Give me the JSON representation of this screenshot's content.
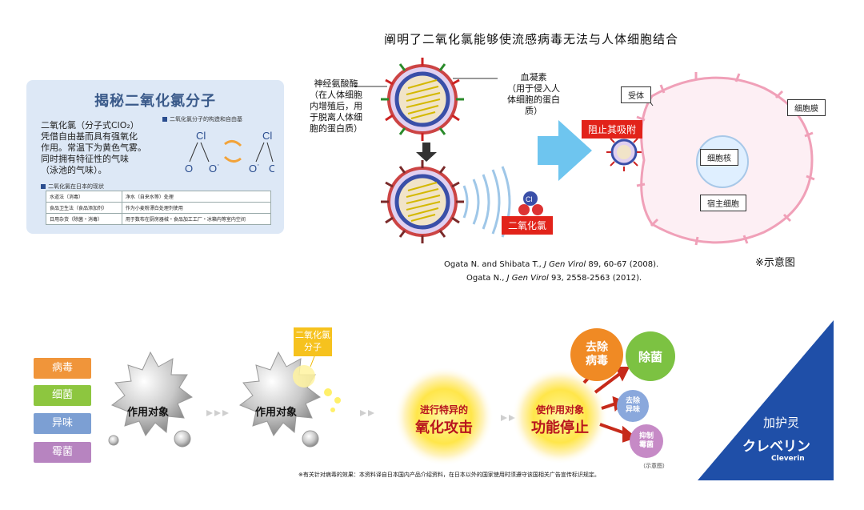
{
  "card": {
    "title": "揭秘二氧化氯分子",
    "desc_lines": [
      "二氧化氯（分子式ClO₂）",
      "凭借自由基而具有强氧化",
      "作用。常温下为黄色气雾。",
      "同时拥有特征性的气味",
      "（泳池的气味）。"
    ],
    "mol_caption": "二氧化氯分子的构造和自由基",
    "mol_labels": {
      "cl": "Cl",
      "o": "O",
      "o_rad": "O˙"
    },
    "jp_caption": "二氧化氯在日本的现状",
    "jp_table": [
      [
        "水道法（消毒）",
        "净水（自来水等）处理"
      ],
      [
        "食品卫生法（食品添加剂）",
        "作为小麦粉漂白处理剂使用"
      ],
      [
        "日用杂货（除菌・消毒）",
        "用于数布在厨房器械・食品加工工厂・冰箱内等室内空间"
      ]
    ]
  },
  "top": {
    "title": "阐明了二氧化氯能够使流感病毒无法与人体细胞结合",
    "na_label_lines": [
      "神经氨酸酶",
      "（在人体细胞",
      "内增殖后，用",
      "于脱离人体细",
      "胞的蛋白质）"
    ],
    "ha_label_lines": [
      "血凝素",
      "（用于侵入人",
      "体细胞的蛋白",
      "质）"
    ],
    "clo2_red": "二氧化氯",
    "clo2_mol": "Cl",
    "block_red": "阻止其吸附",
    "receptor": "受体",
    "membrane": "细胞膜",
    "nucleus": "细胞核",
    "host": "宿主细胞",
    "refs": [
      {
        "authors": "Ogata N. and Shibata T., ",
        "journal": "J Gen Virol",
        "rest": " 89, 60-67 (2008)."
      },
      {
        "authors": "Ogata N., ",
        "journal": "J Gen Virol",
        "rest": " 93, 2558-2563 (2012)."
      }
    ],
    "schematic": "※示意图"
  },
  "bottom": {
    "tags": [
      {
        "label": "病毒",
        "color": "#f0953a"
      },
      {
        "label": "细菌",
        "color": "#8dc63f"
      },
      {
        "label": "异味",
        "color": "#7c9fd3"
      },
      {
        "label": "霉菌",
        "color": "#b784c0"
      }
    ],
    "target1": "作用对象",
    "target2": "作用对象",
    "clo2_box_lines": [
      "二氧化氯",
      "分子"
    ],
    "oxid_lines": [
      "进行特异的",
      "氧化攻击"
    ],
    "stop_lines": [
      "使作用对象",
      "功能停止"
    ],
    "results": {
      "virus_lines": [
        "去除",
        "病毒"
      ],
      "bacteria": "除菌",
      "odor_lines": [
        "去除",
        "异味"
      ],
      "mold_lines": [
        "抑制",
        "霉菌"
      ]
    },
    "schematic": "（示意图）",
    "footnote": "※有关针对病毒的效果：本资料译自日本国内产品介绍资料，在日本以外的国家使用时须遵守该国相关广告宣传标识规定。",
    "brand_cn": "加护灵",
    "brand_jp": "クレベリン",
    "brand_en": "Cleverin"
  }
}
